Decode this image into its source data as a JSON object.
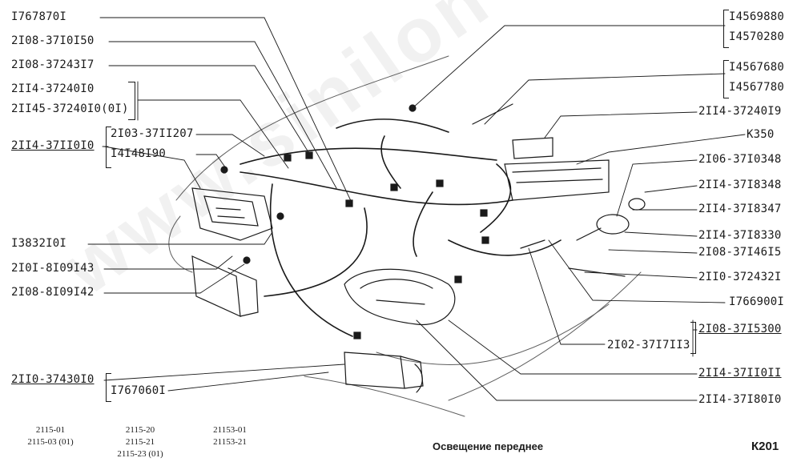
{
  "labels_left": [
    {
      "id": "l1",
      "text": "I767870I"
    },
    {
      "id": "l2",
      "text": "2I08-37I0I50"
    },
    {
      "id": "l3",
      "text": "2I08-37243I7"
    },
    {
      "id": "l4",
      "text": "2II4-37240I0"
    },
    {
      "id": "l5",
      "text": "2II45-37240I0(0I)"
    },
    {
      "id": "l6",
      "text": "2II4-37II0I0",
      "underline": true
    },
    {
      "id": "l7",
      "text": "2I03-37II207"
    },
    {
      "id": "l8",
      "text": "I4I48I90"
    },
    {
      "id": "l9",
      "text": "I3832I0I"
    },
    {
      "id": "l10",
      "text": "2I0I-8I09I43"
    },
    {
      "id": "l11",
      "text": "2I08-8I09I42"
    },
    {
      "id": "l12",
      "text": "2II0-37430I0",
      "underline": true
    },
    {
      "id": "l13",
      "text": "I767060I"
    }
  ],
  "labels_right": [
    {
      "id": "r1",
      "text": "I4569880"
    },
    {
      "id": "r2",
      "text": "I4570280"
    },
    {
      "id": "r3",
      "text": "I4567680"
    },
    {
      "id": "r4",
      "text": "I4567780"
    },
    {
      "id": "r5",
      "text": "2II4-37240I9"
    },
    {
      "id": "r6",
      "text": "К350"
    },
    {
      "id": "r7",
      "text": "2I06-37I0348"
    },
    {
      "id": "r8",
      "text": "2II4-37I8348"
    },
    {
      "id": "r9",
      "text": "2II4-37I8347"
    },
    {
      "id": "r10",
      "text": "2II4-37I8330"
    },
    {
      "id": "r11",
      "text": "2I08-37I46I5"
    },
    {
      "id": "r12",
      "text": "2II0-372432I"
    },
    {
      "id": "r13",
      "text": "I766900I"
    },
    {
      "id": "r14",
      "text": "2I08-37I5300",
      "underline": true
    },
    {
      "id": "r15",
      "text": "2I02-37I7II3"
    },
    {
      "id": "r16",
      "text": "2II4-37II0II",
      "underline": true
    },
    {
      "id": "r17",
      "text": "2II4-37I80I0"
    }
  ],
  "models": {
    "col1": [
      "2115-01",
      "2115-03 (01)"
    ],
    "col2": [
      "2115-20",
      "2115-21",
      "2115-23 (01)"
    ],
    "col3": [
      "21153-01",
      "21153-21"
    ]
  },
  "title": "Освещение переднее",
  "page_code": "К201",
  "watermark": "www.sinilon-too.kz",
  "colors": {
    "ink": "#1a1a1a",
    "paper": "#ffffff"
  }
}
